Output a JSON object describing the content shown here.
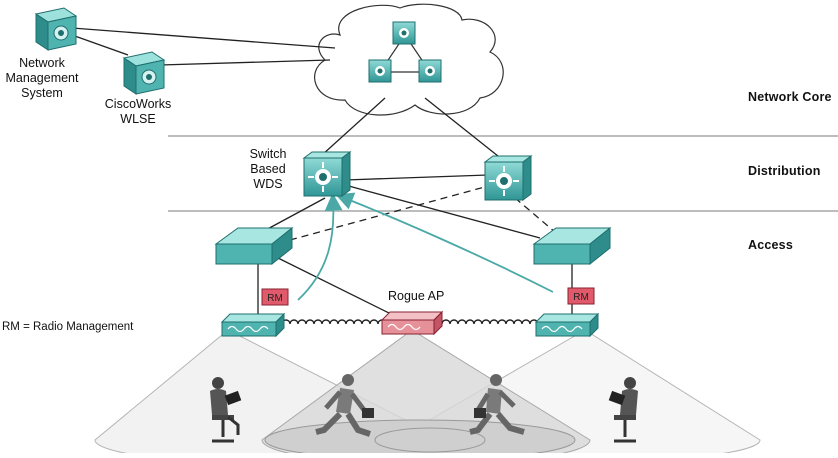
{
  "layers": {
    "core": "Network Core",
    "distribution": "Distribution",
    "access": "Access"
  },
  "labels": {
    "nms_line1": "Network",
    "nms_line2": "Management",
    "nms_line3": "System",
    "ciscoworks_line1": "CiscoWorks",
    "ciscoworks_line2": "WLSE",
    "wds_line1": "Switch",
    "wds_line2": "Based",
    "wds_line3": "WDS",
    "rogue_ap": "Rogue AP",
    "rm_legend": "RM = Radio Management",
    "rm_tag": "RM"
  },
  "icons": {
    "server": "server-icon",
    "layer3_switch": "layer3-switch-icon",
    "access_switch": "access-switch-icon",
    "access_point": "access-point-icon",
    "user_laptop": "laptop-user-icon",
    "mobile_user": "walking-user-icon"
  },
  "colors": {
    "device_teal": "#3a9f9f",
    "device_teal_light": "#7ed1cf",
    "rogue_pink": "#e6919a",
    "rm_red": "#e05a6c",
    "arrow_teal": "#4aa9a6",
    "coverage_gray": "#d9d9d9"
  }
}
